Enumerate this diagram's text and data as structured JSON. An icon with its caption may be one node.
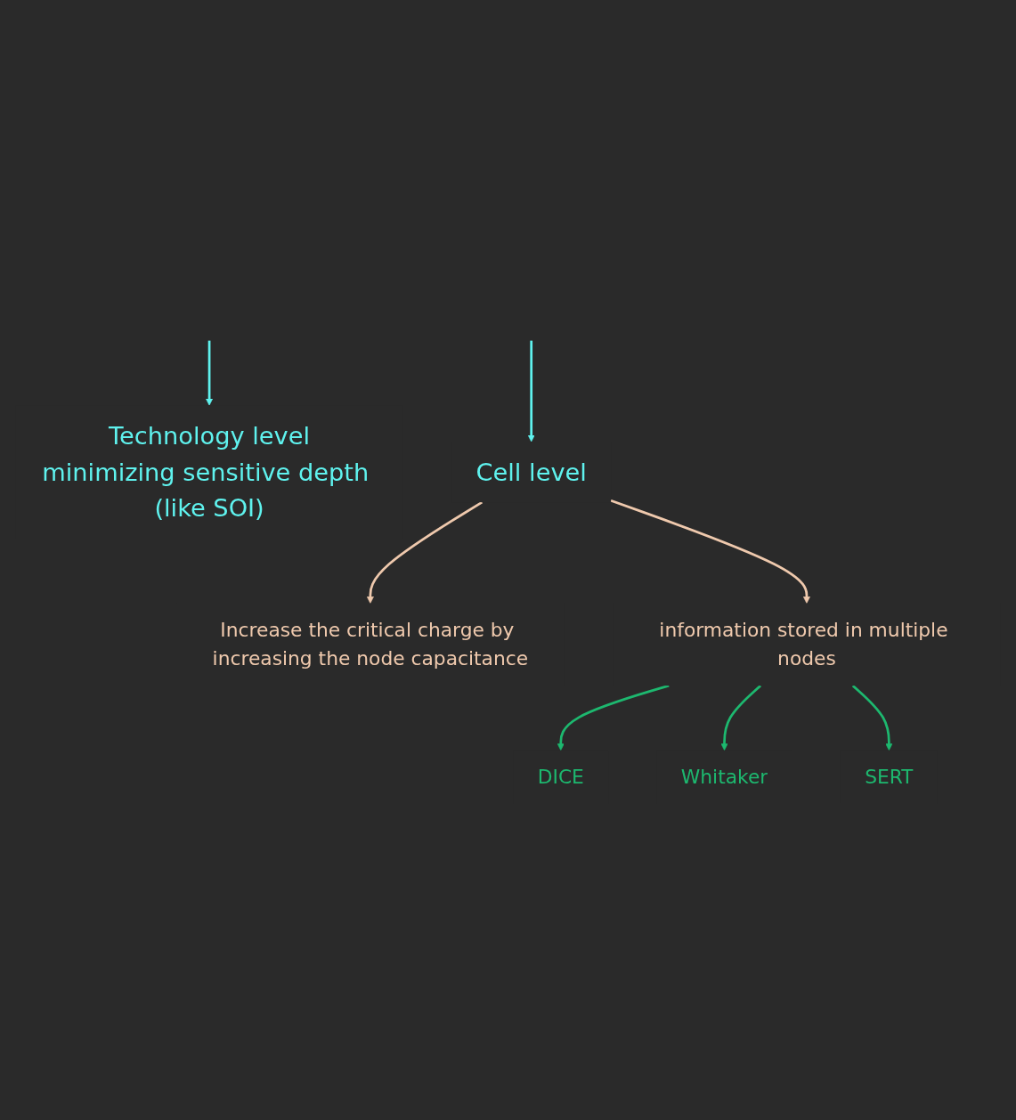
{
  "diagram": {
    "nodes": [
      {
        "text": [
          "Technology level",
          "minimizing sensitive depth (like SOI)"
        ]
      },
      {
        "text": [
          "Cell level"
        ]
      },
      {
        "text": [
          "Increase the critical charge by increasing the node capacitance"
        ]
      },
      {
        "text": [
          "information stored in multiple nodes"
        ]
      },
      {
        "text": [
          "DICE"
        ]
      },
      {
        "text": [
          "Whitaker"
        ]
      },
      {
        "text": [
          "SERT"
        ]
      }
    ],
    "edges": [
      {
        "from": null,
        "to": 0,
        "arrow": "to",
        "color": "#5ff2ee"
      },
      {
        "from": null,
        "to": 1,
        "arrow": "to",
        "color": "#5ff2ee"
      },
      {
        "from": 1,
        "to": 2,
        "arrow": "to",
        "color": "#efc9ad"
      },
      {
        "from": 1,
        "to": 3,
        "arrow": "to",
        "color": "#efc9ad"
      },
      {
        "from": 3,
        "to": 4,
        "arrow": "to"
      },
      {
        "from": 3,
        "to": 5,
        "arrow": "to"
      },
      {
        "from": 3,
        "to": 6,
        "arrow": "to"
      }
    ]
  }
}
